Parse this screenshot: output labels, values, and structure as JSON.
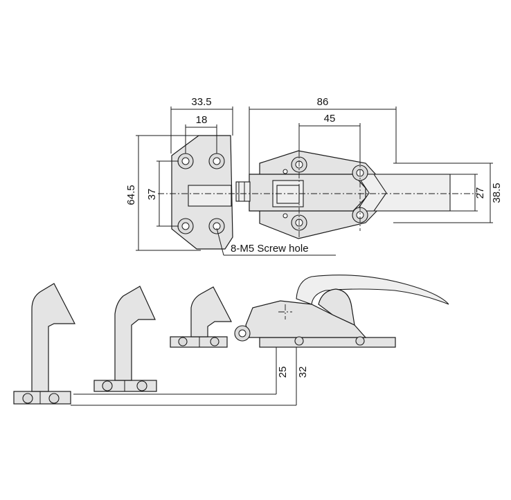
{
  "dimensions": {
    "width_left": "33.5",
    "hole_spacing_left": "18",
    "width_right": "86",
    "hole_spacing_right": "45",
    "height_left_outer": "64.5",
    "hole_spacing_vertical_left": "37",
    "height_right_inner": "27",
    "height_right_outer": "38.5",
    "lift_small": "25",
    "lift_large": "32"
  },
  "labels": {
    "screw_hole_note": "8-M5 Screw hole"
  }
}
